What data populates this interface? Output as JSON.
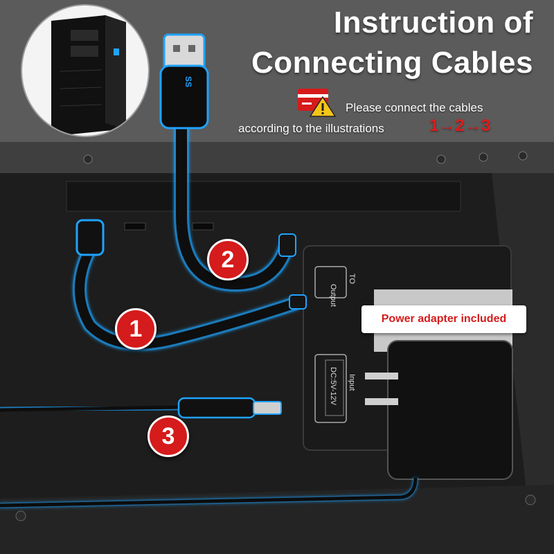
{
  "title": {
    "line1": "Instruction of",
    "line2": "Connecting Cables"
  },
  "note": {
    "line1": "Please connect the cables",
    "line2": "according to the illustrations",
    "steps": "1→2→3"
  },
  "badges": {
    "step1": "1",
    "step2": "2",
    "step3": "3"
  },
  "adapter_label": "Power adapter included",
  "device_labels": {
    "output": "Output",
    "to": "TO",
    "input": "Input",
    "dc": "DC:5V-12V",
    "usb_logo": "SS"
  },
  "icons": {
    "warning": "warning-card-icon",
    "lightning": "lightning-icon"
  },
  "colors": {
    "accent_red": "#d51b1b",
    "cable_glow": "#1fa3ff",
    "title_white": "#ffffff"
  }
}
